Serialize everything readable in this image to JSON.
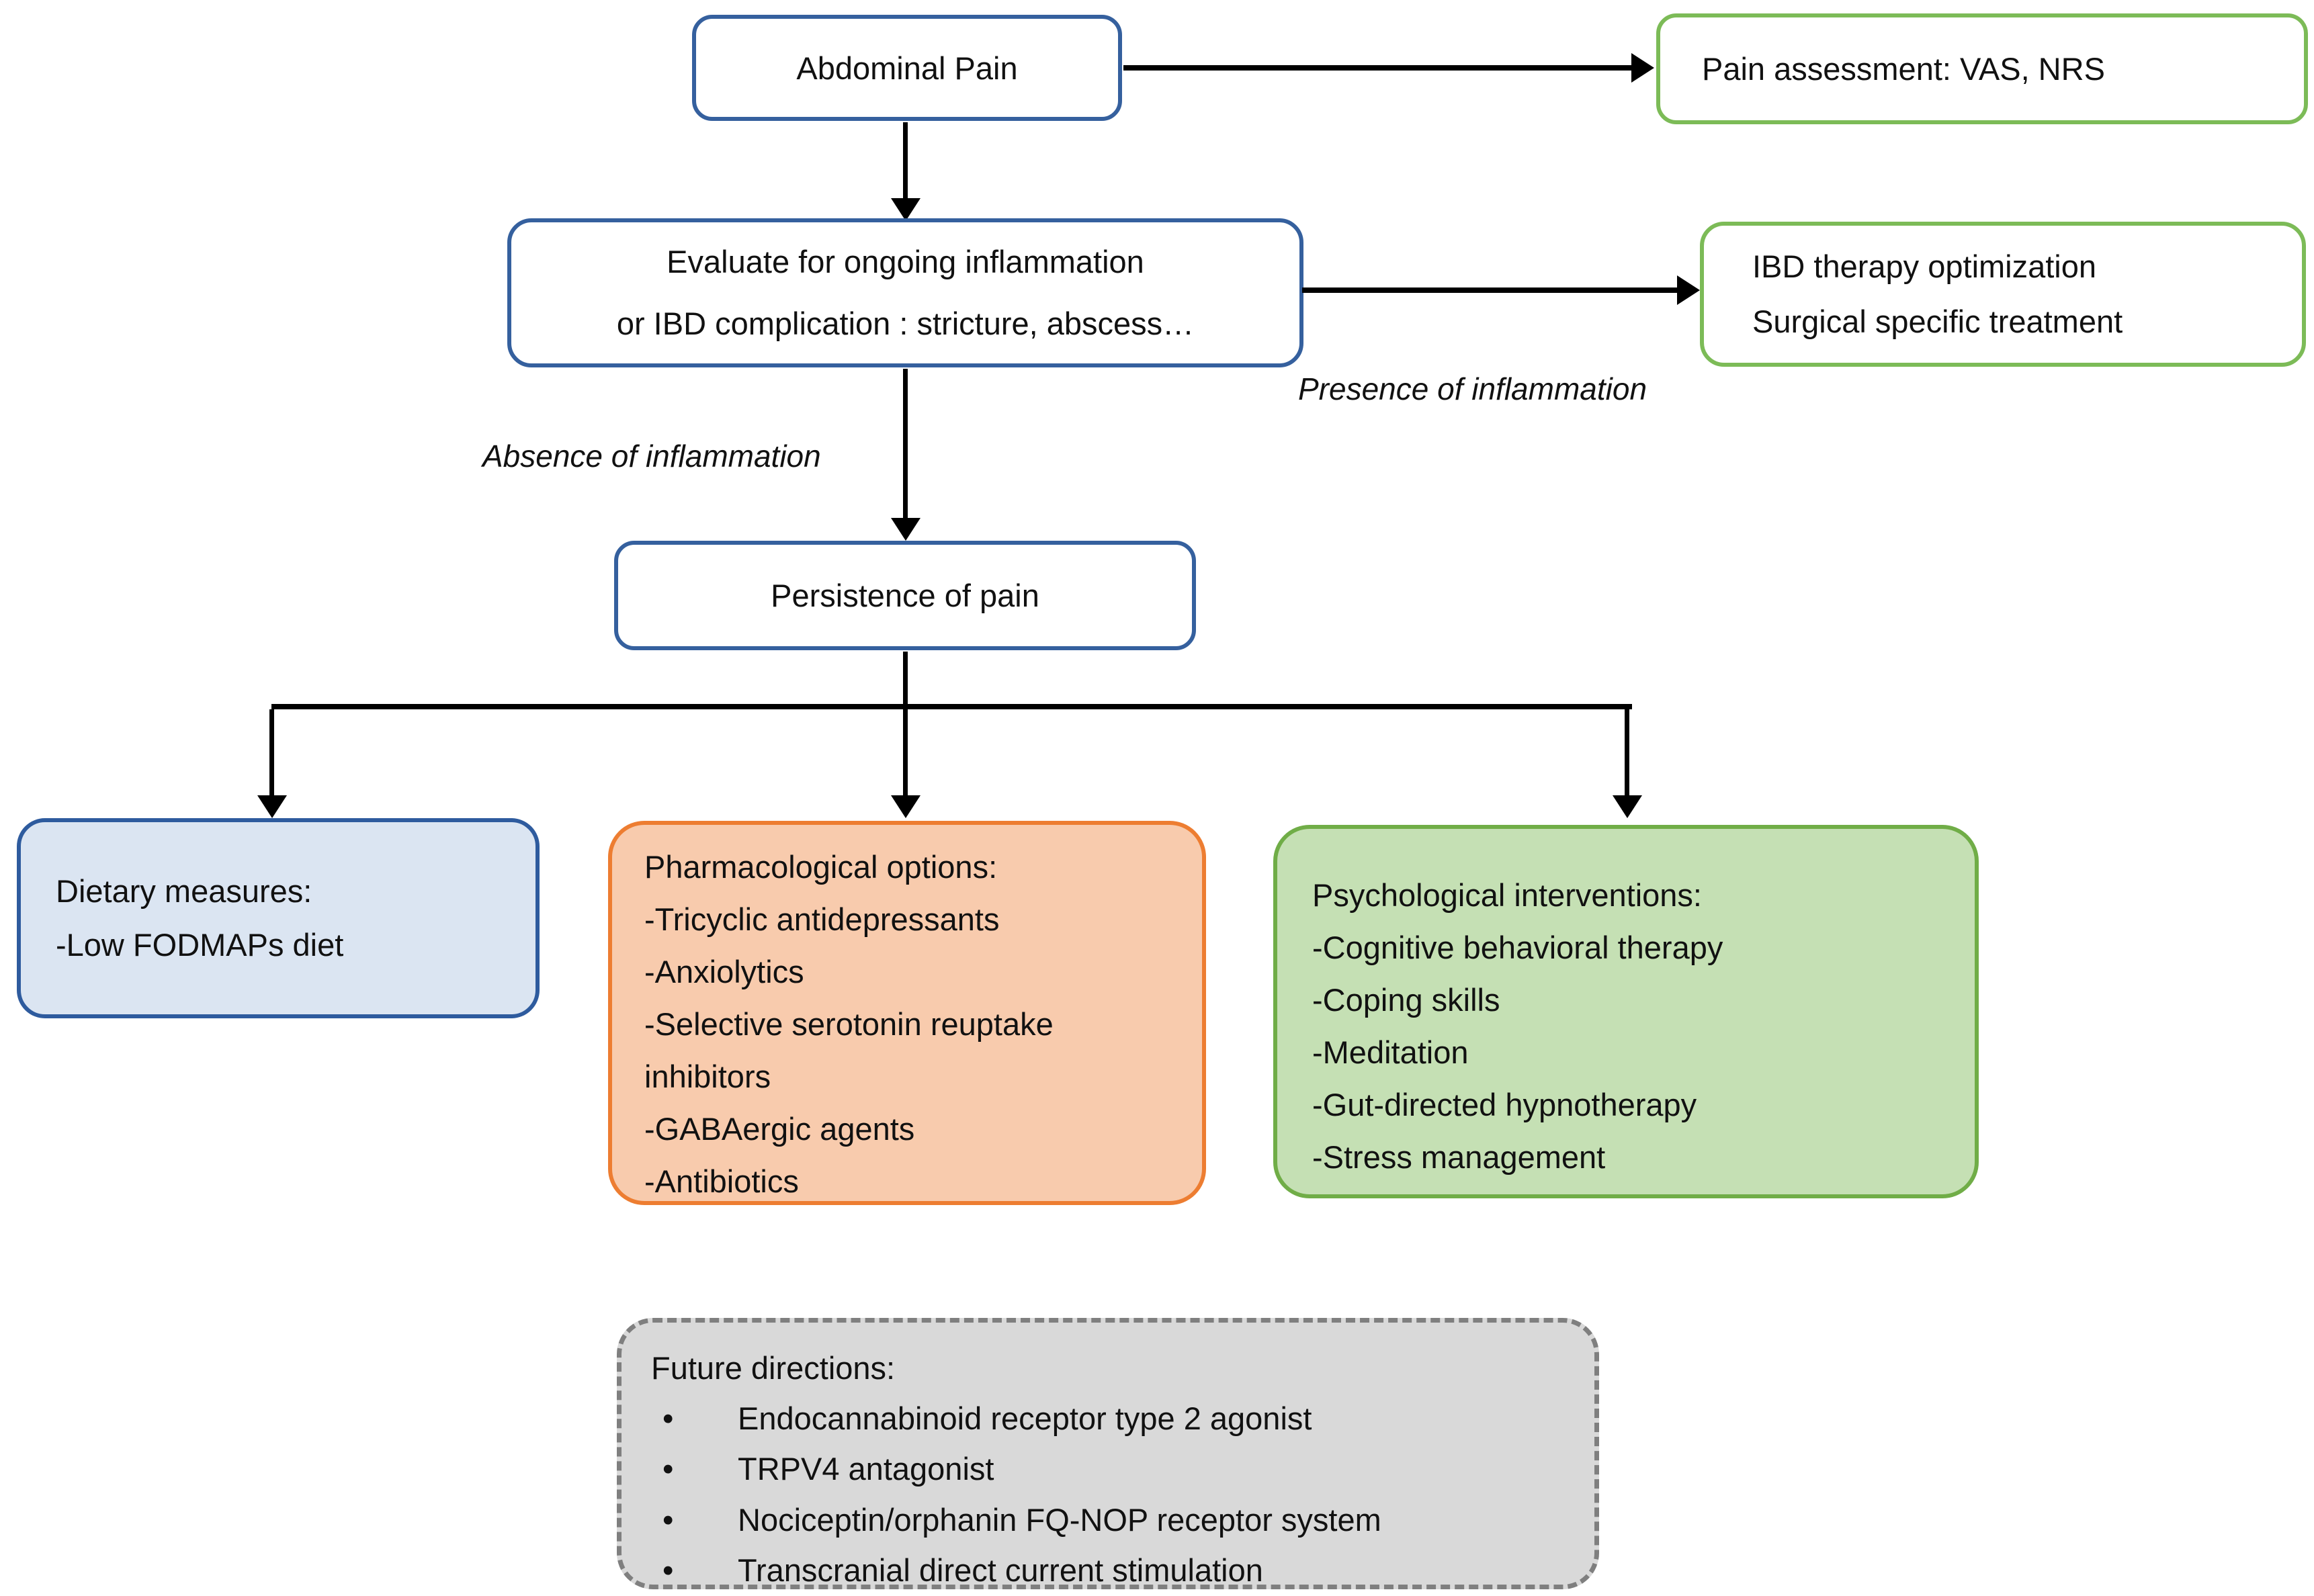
{
  "diagram": {
    "nodes": {
      "abdominal_pain": {
        "label": "Abdominal Pain"
      },
      "pain_assessment": {
        "label": "Pain assessment: VAS, NRS"
      },
      "evaluate": {
        "line1": "Evaluate for ongoing inflammation",
        "line2": "or IBD complication : stricture, abscess…"
      },
      "ibd_therapy": {
        "line1": "IBD therapy optimization",
        "line2": "Surgical specific treatment"
      },
      "persistence": {
        "label": "Persistence of pain"
      },
      "dietary": {
        "title": "Dietary measures:",
        "items": [
          "-Low FODMAPs diet"
        ]
      },
      "pharmacological": {
        "title": "Pharmacological options:",
        "items": [
          "-Tricyclic antidepressants",
          "-Anxiolytics",
          "-Selective serotonin reuptake inhibitors",
          "-GABAergic agents",
          "-Antibiotics"
        ]
      },
      "psychological": {
        "title": "Psychological interventions:",
        "items": [
          "-Cognitive behavioral therapy",
          "-Coping skills",
          "-Meditation",
          "-Gut-directed hypnotherapy",
          "-Stress management"
        ]
      },
      "future": {
        "title": "Future directions:",
        "bullet": "•",
        "items": [
          "Endocannabinoid receptor type 2 agonist",
          "TRPV4 antagonist",
          "Nociceptin/orphanin FQ-NOP receptor system",
          "Transcranial direct current stimulation"
        ]
      }
    },
    "edge_labels": {
      "presence": "Presence of inflammation",
      "absence": "Absence of inflammation"
    },
    "colors": {
      "blue_border": "#35609e",
      "blue_fill": "#dbe5f2",
      "green_border": "#70ad47",
      "green_border_light": "#7cbb57",
      "green_fill": "#c5e0b4",
      "orange_border": "#ed7d31",
      "orange_fill": "#f8cbad",
      "gray_fill": "#d9d9d9",
      "gray_border": "#7f7f7f",
      "arrow": "#000000"
    }
  }
}
